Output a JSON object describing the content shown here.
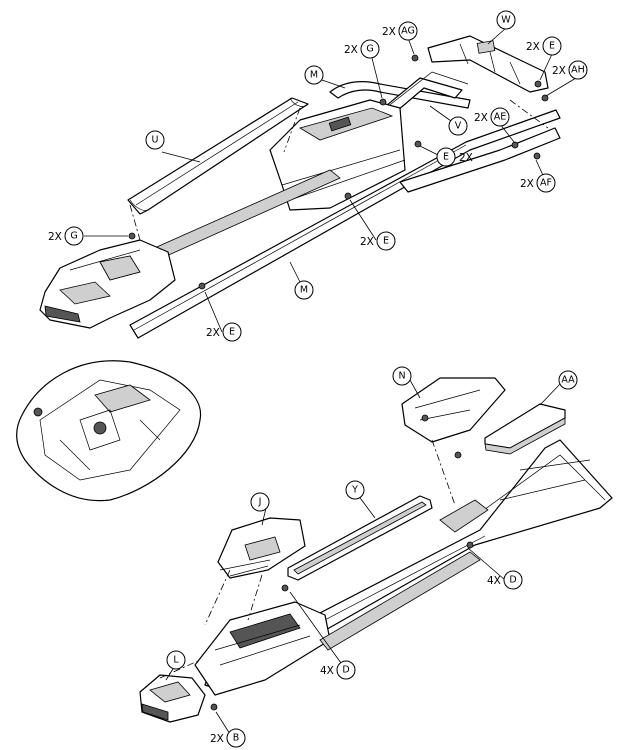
{
  "callouts": [
    {
      "id": "w",
      "letter": "W",
      "qty": ""
    },
    {
      "id": "ag",
      "letter": "AG",
      "qty": "2X"
    },
    {
      "id": "g1",
      "letter": "G",
      "qty": "2X"
    },
    {
      "id": "m1",
      "letter": "M",
      "qty": ""
    },
    {
      "id": "e1",
      "letter": "E",
      "qty": "2X"
    },
    {
      "id": "ah",
      "letter": "AH",
      "qty": "2X"
    },
    {
      "id": "u",
      "letter": "U",
      "qty": ""
    },
    {
      "id": "v",
      "letter": "V",
      "qty": ""
    },
    {
      "id": "ae",
      "letter": "AE",
      "qty": "2X"
    },
    {
      "id": "e2",
      "letter": "E",
      "qty": "2X"
    },
    {
      "id": "af",
      "letter": "AF",
      "qty": "2X"
    },
    {
      "id": "g2",
      "letter": "G",
      "qty": "2X"
    },
    {
      "id": "e3",
      "letter": "E",
      "qty": "2X"
    },
    {
      "id": "m2",
      "letter": "M",
      "qty": ""
    },
    {
      "id": "e4",
      "letter": "E",
      "qty": "2X"
    },
    {
      "id": "n",
      "letter": "N",
      "qty": ""
    },
    {
      "id": "aa",
      "letter": "AA",
      "qty": ""
    },
    {
      "id": "j",
      "letter": "J",
      "qty": ""
    },
    {
      "id": "y",
      "letter": "Y",
      "qty": ""
    },
    {
      "id": "d1",
      "letter": "D",
      "qty": "4X"
    },
    {
      "id": "d2",
      "letter": "D",
      "qty": "4X"
    },
    {
      "id": "l",
      "letter": "L",
      "qty": ""
    },
    {
      "id": "b",
      "letter": "B",
      "qty": "2X"
    }
  ]
}
